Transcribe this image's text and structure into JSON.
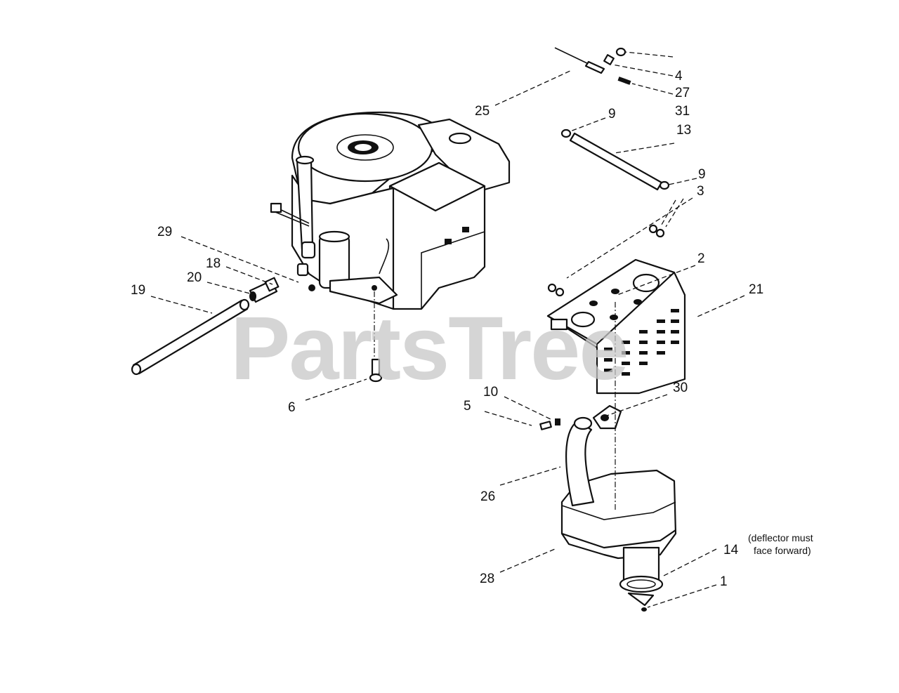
{
  "watermark": "PartsTree",
  "note": {
    "line1": "(deflector must",
    "line2": "face forward)"
  },
  "callouts": [
    {
      "id": "4",
      "text": "4"
    },
    {
      "id": "27",
      "text": "27"
    },
    {
      "id": "31",
      "text": "31"
    },
    {
      "id": "25",
      "text": "25"
    },
    {
      "id": "9a",
      "text": "9"
    },
    {
      "id": "13",
      "text": "13"
    },
    {
      "id": "9b",
      "text": "9"
    },
    {
      "id": "3",
      "text": "3"
    },
    {
      "id": "29",
      "text": "29"
    },
    {
      "id": "18",
      "text": "18"
    },
    {
      "id": "20",
      "text": "20"
    },
    {
      "id": "19",
      "text": "19"
    },
    {
      "id": "2",
      "text": "2"
    },
    {
      "id": "21",
      "text": "21"
    },
    {
      "id": "6",
      "text": "6"
    },
    {
      "id": "10",
      "text": "10"
    },
    {
      "id": "30",
      "text": "30"
    },
    {
      "id": "5",
      "text": "5"
    },
    {
      "id": "26",
      "text": "26"
    },
    {
      "id": "14",
      "text": "14"
    },
    {
      "id": "28",
      "text": "28"
    },
    {
      "id": "1",
      "text": "1"
    }
  ]
}
